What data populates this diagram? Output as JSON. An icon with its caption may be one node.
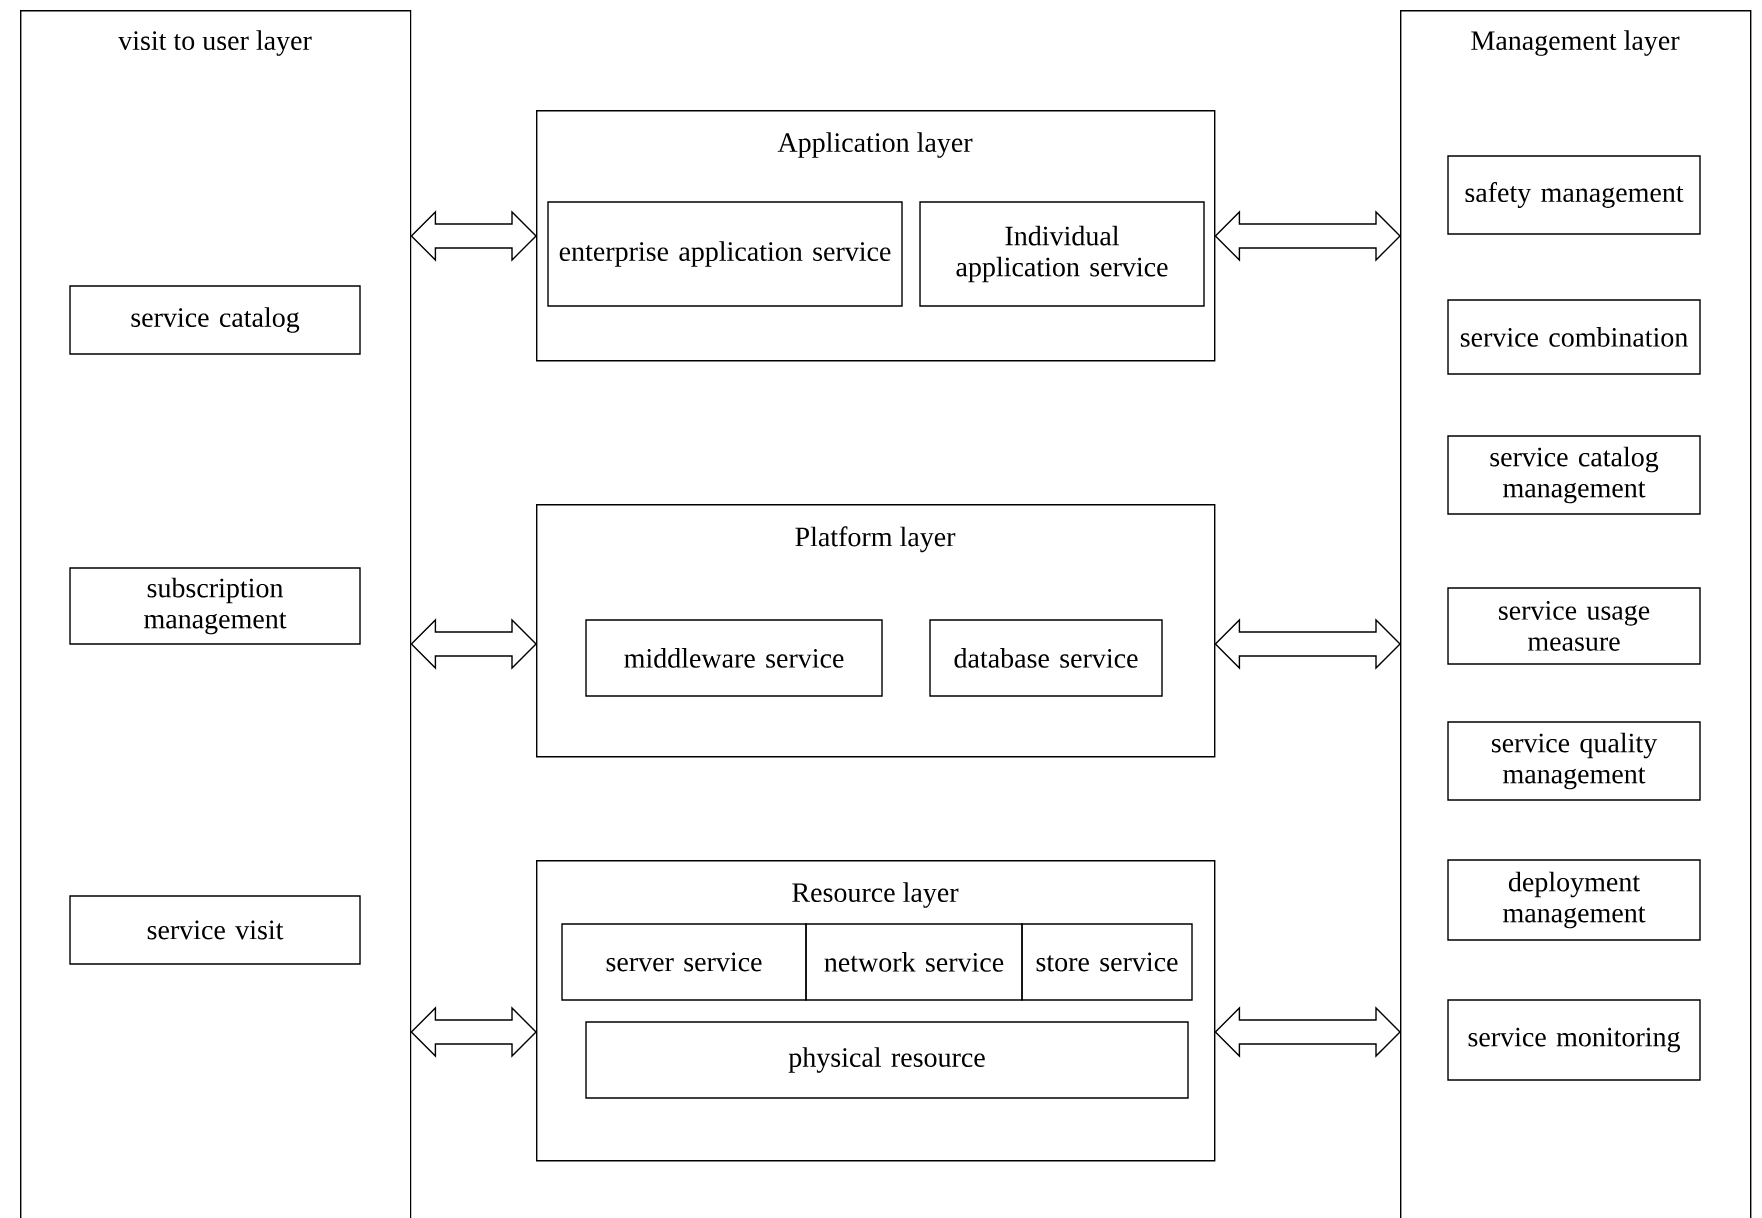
{
  "diagram": {
    "nodes": [
      {
        "text": [
          "visit to user layer"
        ]
      },
      {
        "text": [
          "service catalog"
        ],
        "in": 0
      },
      {
        "text": [
          "subscription management"
        ],
        "in": 0
      },
      {
        "text": [
          "service visit"
        ],
        "in": 0
      },
      {
        "text": [
          "Application layer"
        ]
      },
      {
        "text": [
          "enterprise application service"
        ],
        "in": 4
      },
      {
        "text": [
          "Individual application service"
        ],
        "in": 4
      },
      {
        "text": [
          "Platform layer"
        ]
      },
      {
        "text": [
          "middleware service"
        ],
        "in": 7
      },
      {
        "text": [
          "database service"
        ],
        "in": 7
      },
      {
        "text": [
          "Resource layer"
        ]
      },
      {
        "text": [
          "server service"
        ],
        "in": 10
      },
      {
        "text": [
          "network service"
        ],
        "in": 10
      },
      {
        "text": [
          "store service"
        ],
        "in": 10
      },
      {
        "text": [
          "physical resource"
        ],
        "in": 10
      },
      {
        "text": [
          "Management layer"
        ]
      },
      {
        "text": [
          "safety management"
        ],
        "in": 15
      },
      {
        "text": [
          "service combination"
        ],
        "in": 15
      },
      {
        "text": [
          "service catalog management"
        ],
        "in": 15
      },
      {
        "text": [
          "service usage measure"
        ],
        "in": 15
      },
      {
        "text": [
          "service quality management"
        ],
        "in": 15
      },
      {
        "text": [
          "deployment management"
        ],
        "in": 15
      },
      {
        "text": [
          "service monitoring"
        ],
        "in": 15
      }
    ],
    "edges": [
      {
        "from": 0,
        "to": 4,
        "arrow": "both"
      },
      {
        "from": 4,
        "to": 15,
        "arrow": "both"
      },
      {
        "from": 0,
        "to": 7,
        "arrow": "both"
      },
      {
        "from": 7,
        "to": 15,
        "arrow": "both"
      },
      {
        "from": 0,
        "to": 10,
        "arrow": "both"
      },
      {
        "from": 10,
        "to": 15,
        "arrow": "both"
      }
    ]
  }
}
